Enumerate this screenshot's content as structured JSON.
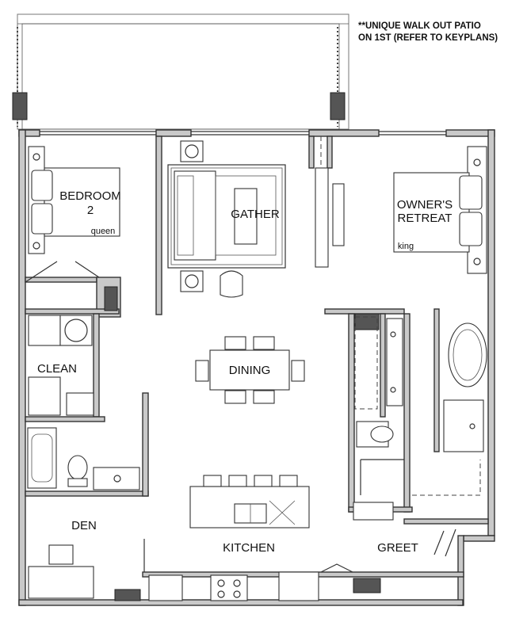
{
  "note": {
    "line1": "**UNIQUE WALK OUT PATIO",
    "line2": "ON 1ST (REFER TO KEYPLANS)"
  },
  "rooms": {
    "bedroom2_line1": "BEDROOM",
    "bedroom2_line2": "2",
    "bedroom2_bed": "queen",
    "gather": "GATHER",
    "owners_line1": "OWNER'S",
    "owners_line2": "RETREAT",
    "owners_bed": "king",
    "clean": "CLEAN",
    "dining": "DINING",
    "den": "DEN",
    "kitchen": "KITCHEN",
    "greet": "GREET"
  }
}
